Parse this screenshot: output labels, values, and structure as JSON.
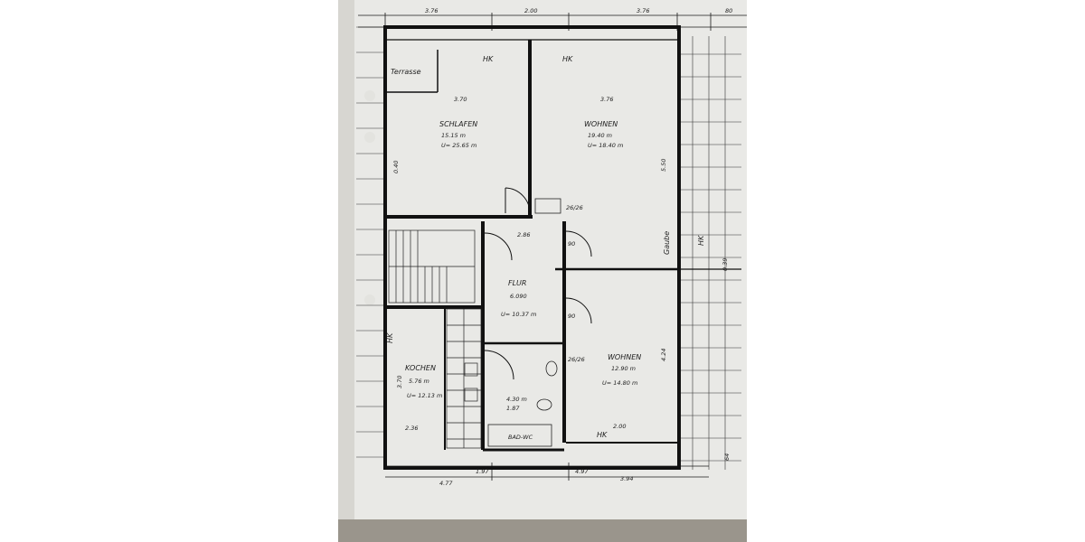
{
  "plan": {
    "top_dimensions": [
      "3.76",
      "2.00",
      "3.76",
      "80"
    ],
    "bottom_dimensions": [
      "4.77",
      "1.97",
      "4.97",
      "3.94"
    ],
    "rooms": {
      "terrasse": "Terrasse",
      "schlafen": {
        "name": "SCHLAFEN",
        "area": "15.15 m",
        "sub": "U= 25.65 m"
      },
      "wohnen_oben": {
        "name": "WOHNEN",
        "area": "19.40 m",
        "sub": "U= 18.40 m"
      },
      "flur": {
        "name": "FLUR",
        "area": "6.090",
        "sub": "U= 10.37 m"
      },
      "kochen": {
        "name": "KOCHEN",
        "area": "5.76 m",
        "sub": "U= 12.13 m"
      },
      "wohnen_unten": {
        "name": "WOHNEN",
        "area": "12.90 m",
        "sub": "U= 14.80 m"
      },
      "bad": {
        "name": "BAD-WC",
        "area": "4.30 m",
        "sub": "1.87"
      }
    },
    "notes": {
      "hk_top_left": "HK",
      "hk_top_right": "HK",
      "hk_left": "HK",
      "hk_bottom": "HK",
      "gaube": "Gaube",
      "hk_right": "HK"
    },
    "dims": {
      "d_550": "5.50",
      "d_424": "4.24",
      "d_370_left": "3.70",
      "d_370_right": "3.76",
      "d_370_kitchen": "3.70",
      "d_286": "2.86",
      "d_236": "2.36",
      "d_200": "2.00",
      "d_90a": "90",
      "d_90b": "90",
      "d_2626a": "26/26",
      "d_2626b": "26/26",
      "d_040": "0.40",
      "d_039": "0.39",
      "d_64": "64"
    }
  }
}
